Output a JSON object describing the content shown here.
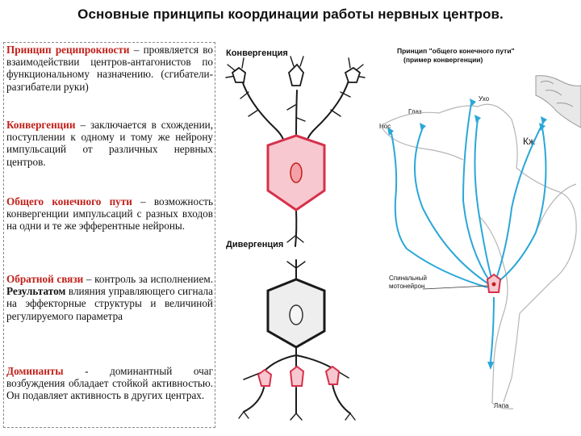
{
  "title": "Основные принципы координации работы нервных центров.",
  "paragraphs": [
    {
      "term": "Принцип реципрокности",
      "text": " – проявляется во взаимодействии центров-антагонистов по функциональному назначению. (сгибатели-разгибатели руки)"
    },
    {
      "term": "Конвергенции",
      "text": " – заключается в схождении, поступлении к одному и тому же нейрону импульсаций от различных нервных центров."
    },
    {
      "term": "Общего конечного пути",
      "text": " – возможность конвергенции импульсаций с разных входов на одни и те же эфферентные нейроны."
    },
    {
      "term": "Обратной связи",
      "text": " – контроль за исполнением. ",
      "bold": "Результатом",
      "text2": " влияния управляющего сигнала на эффекторные структуры и величиной регулируемого параметра"
    },
    {
      "term": "Доминанты",
      "text": " - доминантный очаг возбуждения обладает стойкой активностью. Он подавляет активность в других центрах."
    }
  ],
  "diagram": {
    "convergence_label": "Конвергенция",
    "divergence_label": "Дивергенция",
    "final_path_label_line1": "Принцип \"общего конечного пути\"",
    "final_path_label_line2": "(пример конвергенции)",
    "label_ear": "Ухо",
    "label_eye": "Глаз",
    "label_nose": "Нос",
    "label_skin": "Кж",
    "label_spinal_line1": "Спинальный",
    "label_spinal_line2": "мотонейрон",
    "label_paw": "Лапа"
  },
  "colors": {
    "term": "#c0201a",
    "neuron_fill": "#f7c8cf",
    "neuron_stroke": "#d6304a",
    "pathway": "#2aa7d8"
  }
}
